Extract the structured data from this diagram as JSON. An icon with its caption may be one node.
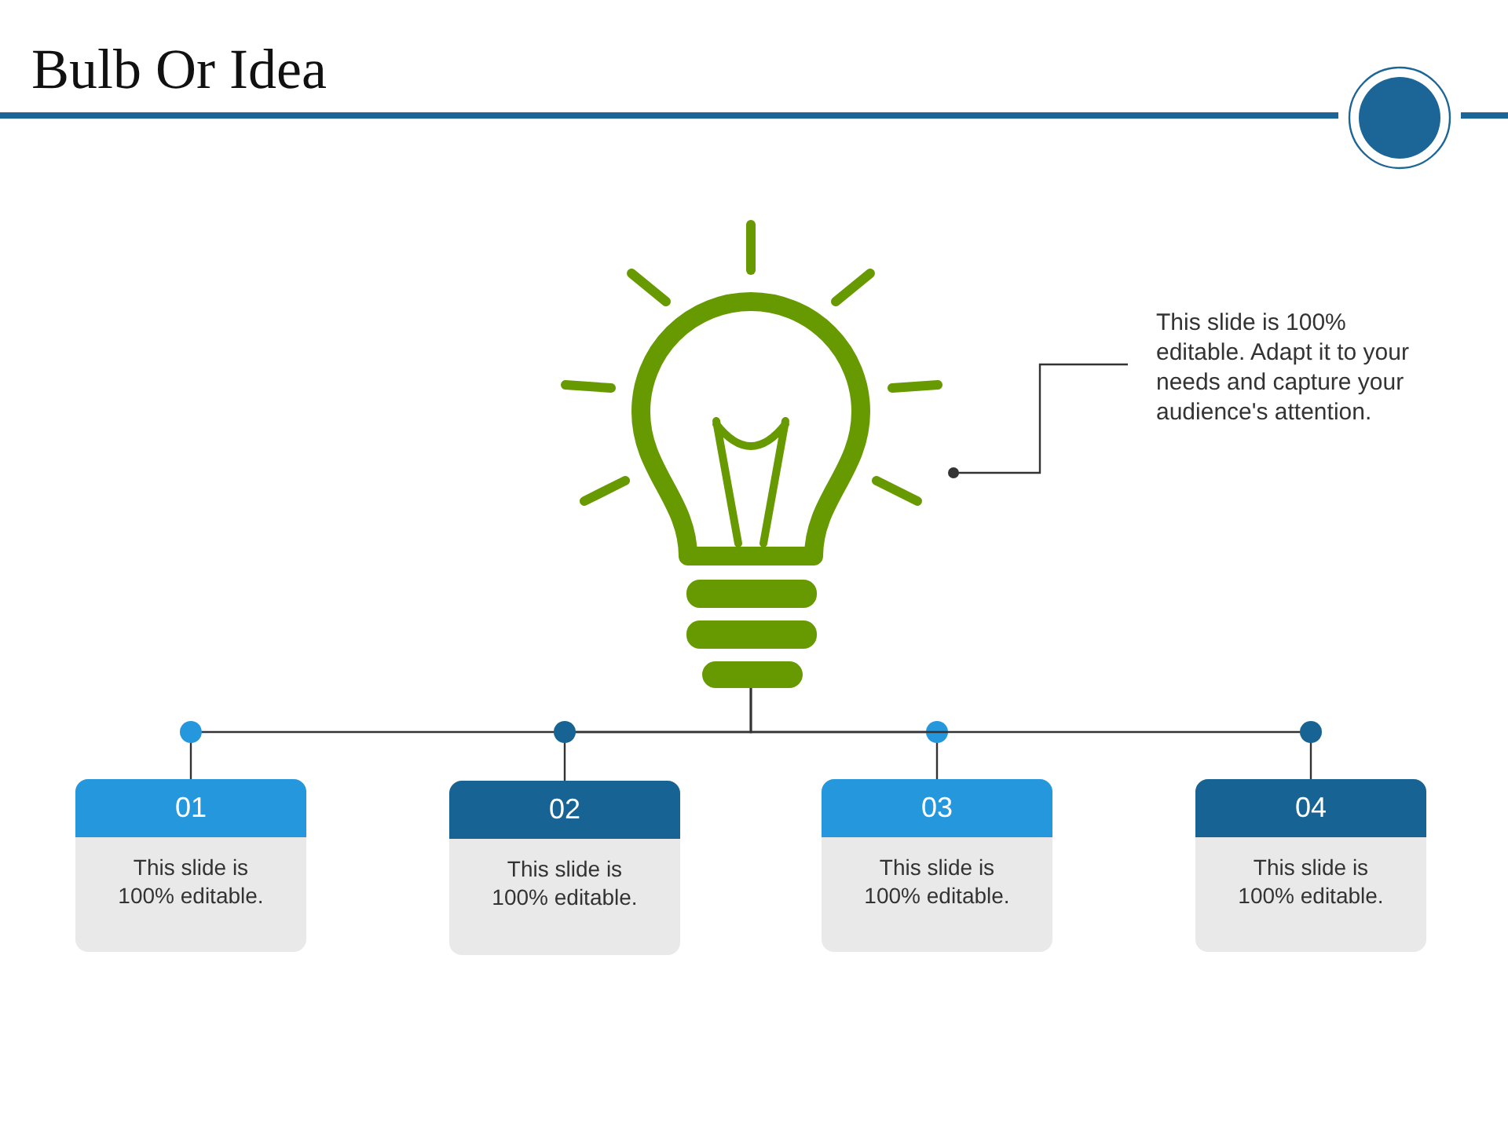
{
  "diagram": {
    "title": "Bulb Or Idea",
    "nodes": [
      {
        "text": [],
        "shape": "picture"
      },
      {
        "text": [
          "This slide is 100% editable. Adapt it to your needs and capture your audience's attention."
        ]
      },
      {
        "text": [
          "01",
          "This slide is 100% editable."
        ]
      },
      {
        "text": [
          "02",
          "This slide is 100% editable."
        ]
      },
      {
        "text": [
          "03",
          "This slide is 100% editable."
        ]
      },
      {
        "text": [
          "04",
          "This slide is 100% editable."
        ]
      }
    ],
    "edges": [
      {
        "from": 0,
        "to": 2,
        "arrow": "none"
      },
      {
        "from": 0,
        "to": 3,
        "arrow": "none"
      },
      {
        "from": 0,
        "to": 4,
        "arrow": "none"
      },
      {
        "from": 0,
        "to": 5,
        "arrow": "none"
      },
      {
        "from": 1,
        "to": 0,
        "arrow": "other"
      }
    ]
  }
}
